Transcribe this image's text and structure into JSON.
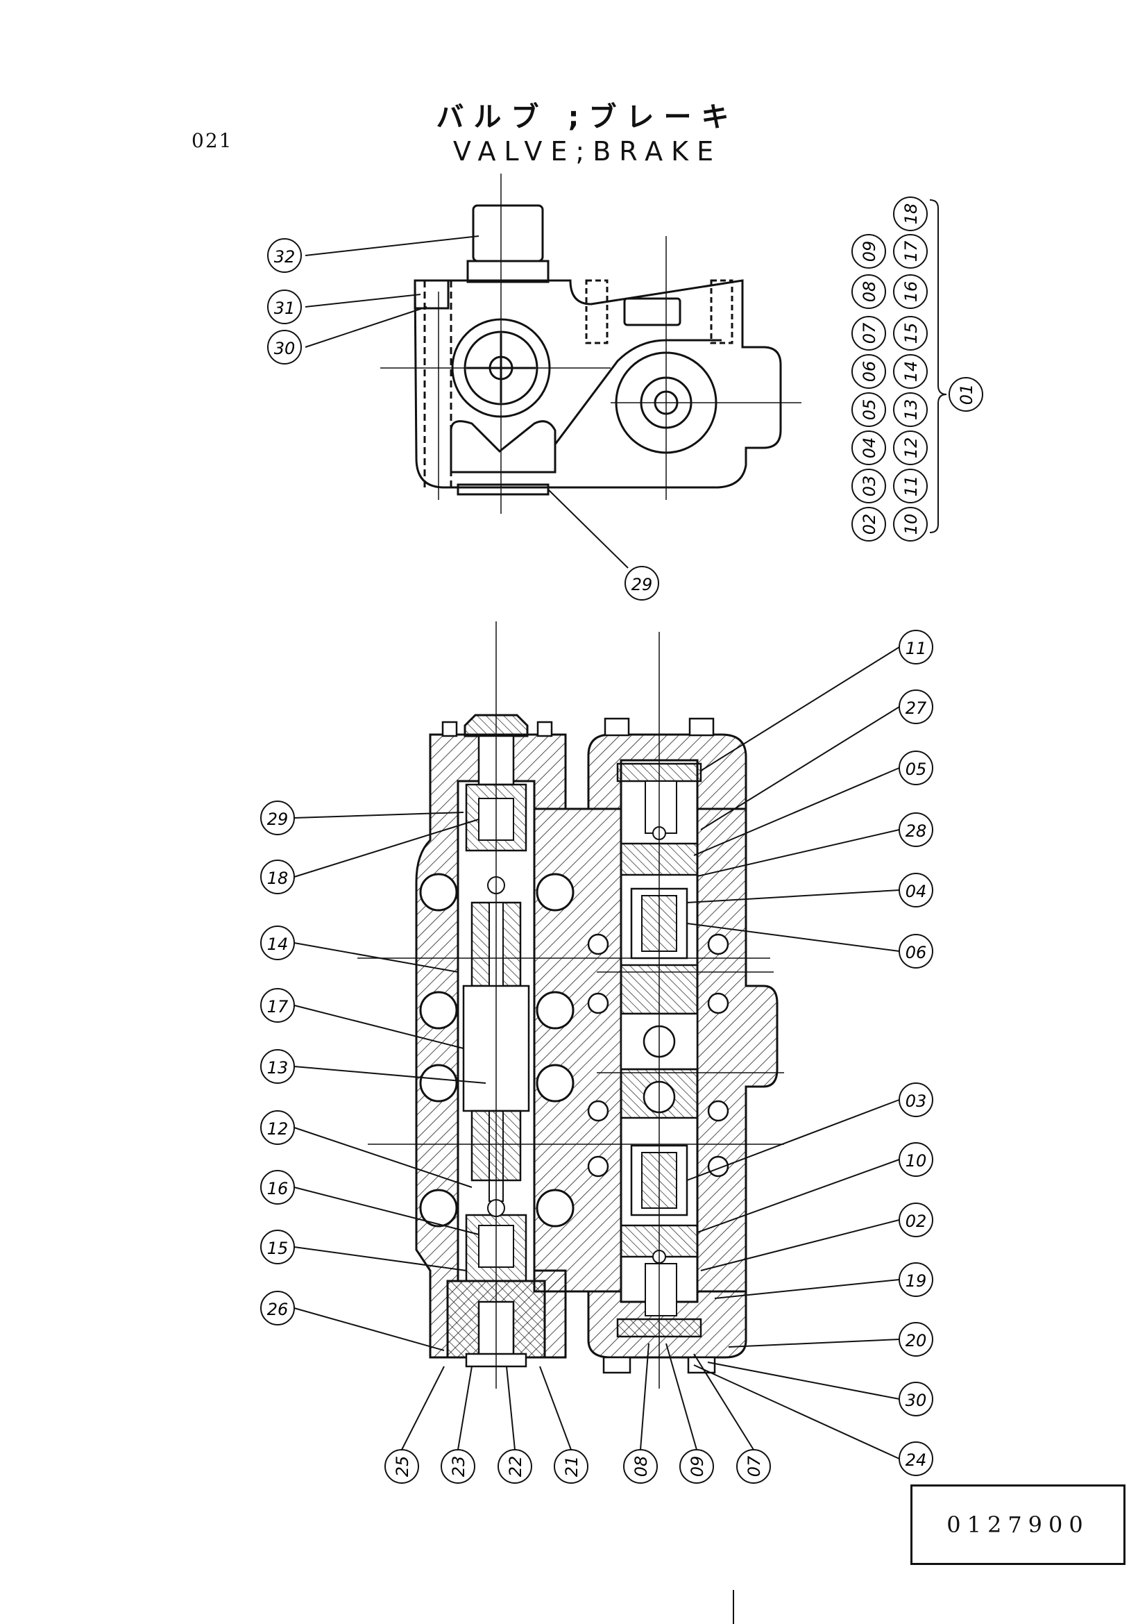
{
  "page_number": "021",
  "title_jp": "バルブ ;ブレーキ",
  "title_en": "VALVE;BRAKE",
  "drawing_code": "0127900",
  "top_view": {
    "callouts": [
      "32",
      "31",
      "30",
      "29"
    ]
  },
  "parts_group": {
    "assembly": "01",
    "columns": [
      [
        "02",
        "03",
        "04",
        "05",
        "06",
        "07",
        "08",
        "09"
      ],
      [
        "10",
        "11",
        "12",
        "13",
        "14",
        "15",
        "16",
        "17",
        "18"
      ]
    ]
  },
  "section_view": {
    "callouts_left": [
      "29",
      "18",
      "14",
      "17",
      "13",
      "12",
      "16",
      "15",
      "26"
    ],
    "callouts_right": [
      "11",
      "27",
      "05",
      "28",
      "04",
      "06",
      "03",
      "10",
      "02",
      "19",
      "20",
      "30",
      "24"
    ],
    "callouts_bottom": [
      "25",
      "23",
      "22",
      "21",
      "08",
      "09",
      "07"
    ]
  },
  "colors": {
    "ink": "#111111",
    "background": "#ffffff"
  }
}
